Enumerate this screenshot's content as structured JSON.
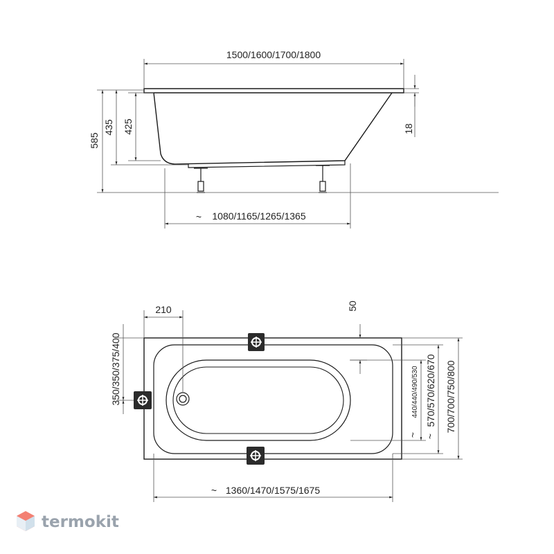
{
  "side_view": {
    "length_label": "1500/1600/1700/1800",
    "height_total_label": "585",
    "height_outer_label": "435",
    "height_inner_label": "425",
    "rim_label": "18",
    "bottom_length_label": "1080/1165/1265/1365",
    "tilde": "~"
  },
  "top_view": {
    "offset_label": "210",
    "rim_offset_label": "50",
    "left_width_label": "350/350/375/400",
    "inner_width_label": "440/440/490/530",
    "mid_width_label": "570/570/620/670",
    "outer_width_label": "700/700/750/800",
    "inner_length_label": "1360/1470/1575/1675",
    "tilde": "~"
  },
  "watermark": {
    "brand": "termokit",
    "logo_color": "#f26b5b"
  },
  "colors": {
    "line": "#1a1a1a",
    "thin": "#555555",
    "bracket": "#2b2b2b"
  }
}
